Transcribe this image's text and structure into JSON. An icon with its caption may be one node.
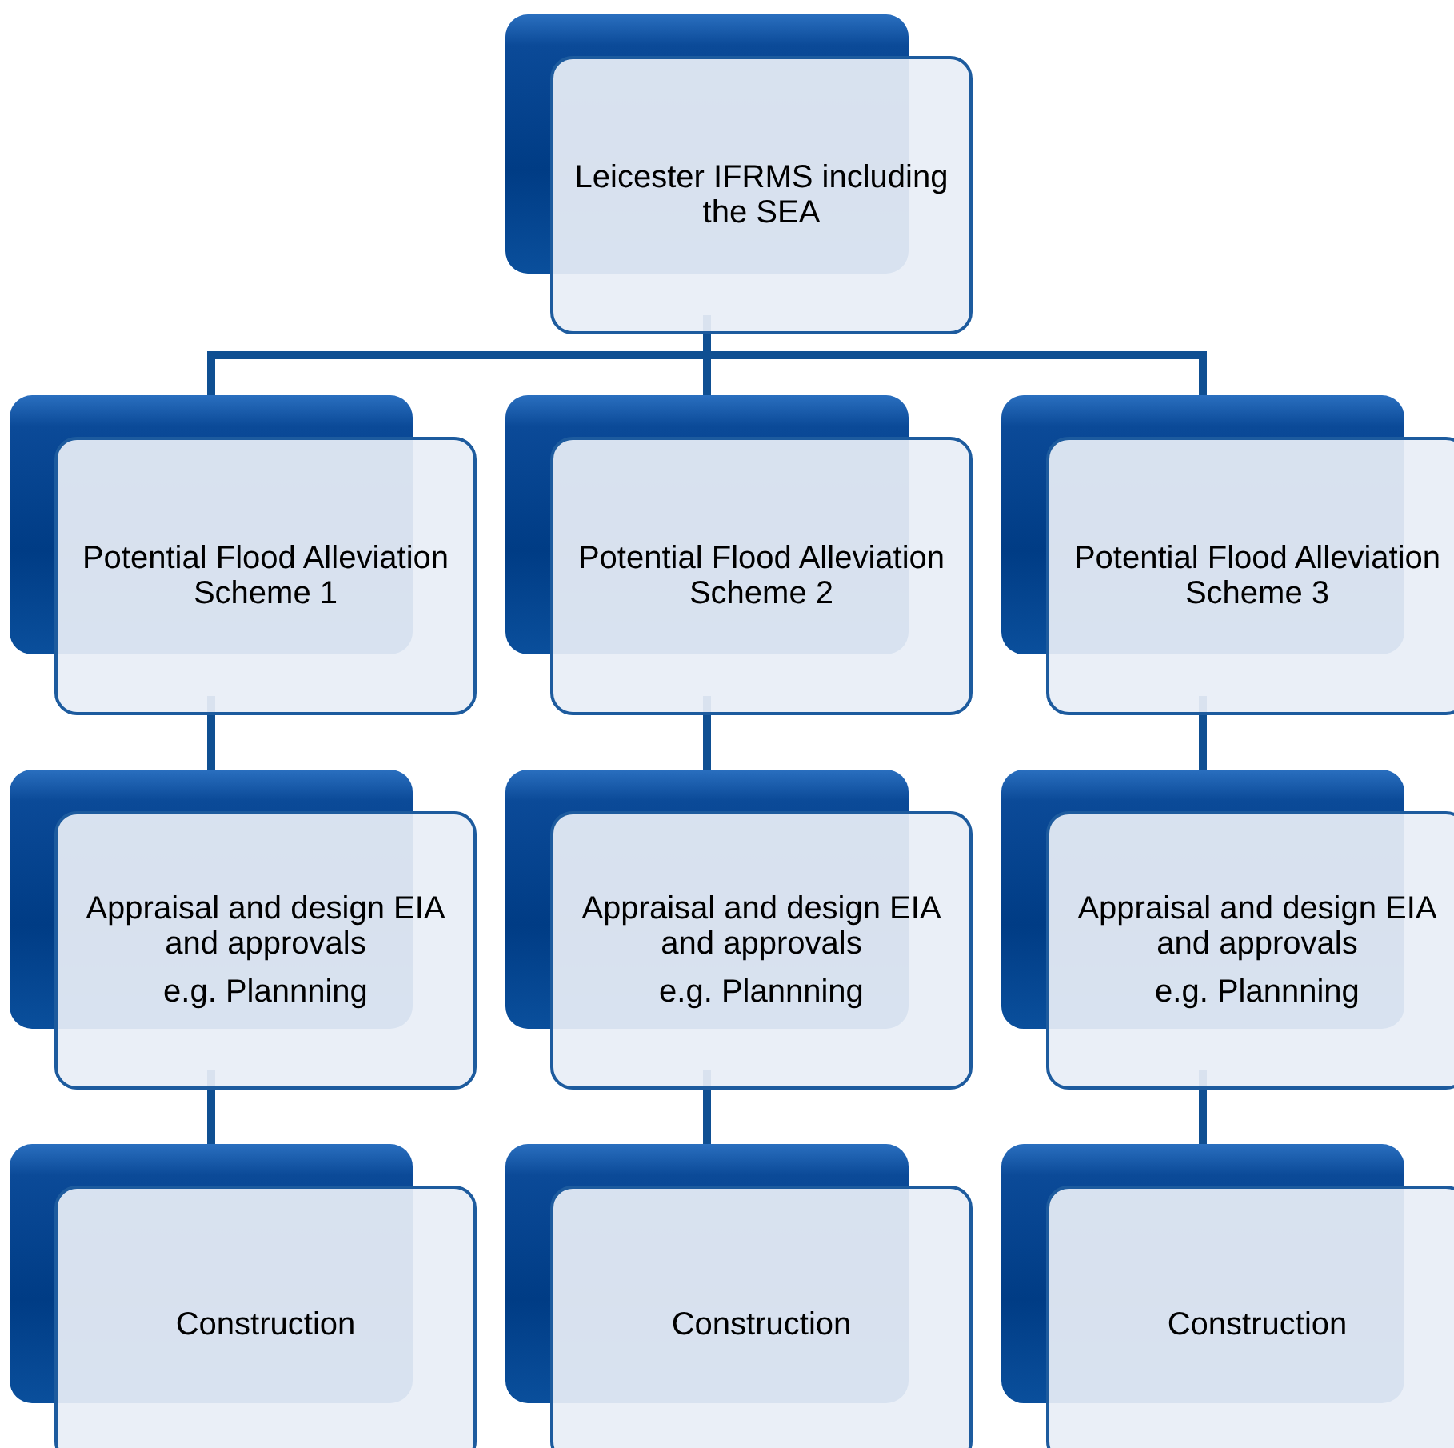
{
  "diagram": {
    "nodes": [
      {
        "text": [
          "Leicester IFRMS including the SEA"
        ]
      },
      {
        "text": [
          "Potential Flood Alleviation Scheme 1"
        ]
      },
      {
        "text": [
          "Potential Flood Alleviation Scheme 2"
        ]
      },
      {
        "text": [
          "Potential Flood Alleviation  Scheme 3"
        ]
      },
      {
        "text": [
          "Appraisal and design EIA and approvals",
          "e.g. Plannning"
        ]
      },
      {
        "text": [
          "Appraisal and design EIA and approvals",
          "e.g. Plannning"
        ]
      },
      {
        "text": [
          "Appraisal and design EIA and approvals",
          "e.g. Plannning"
        ]
      },
      {
        "text": [
          "Construction"
        ]
      },
      {
        "text": [
          "Construction"
        ]
      },
      {
        "text": [
          "Construction"
        ]
      }
    ],
    "edges": [
      {
        "from": 0,
        "to": 1,
        "arrow": "none"
      },
      {
        "from": 0,
        "to": 2,
        "arrow": "none"
      },
      {
        "from": 0,
        "to": 3,
        "arrow": "none"
      },
      {
        "from": 1,
        "to": 4,
        "arrow": "none"
      },
      {
        "from": 2,
        "to": 5,
        "arrow": "none"
      },
      {
        "from": 3,
        "to": 6,
        "arrow": "none"
      },
      {
        "from": 4,
        "to": 7,
        "arrow": "none"
      },
      {
        "from": 5,
        "to": 8,
        "arrow": "none"
      },
      {
        "from": 6,
        "to": 9,
        "arrow": "none"
      }
    ]
  }
}
